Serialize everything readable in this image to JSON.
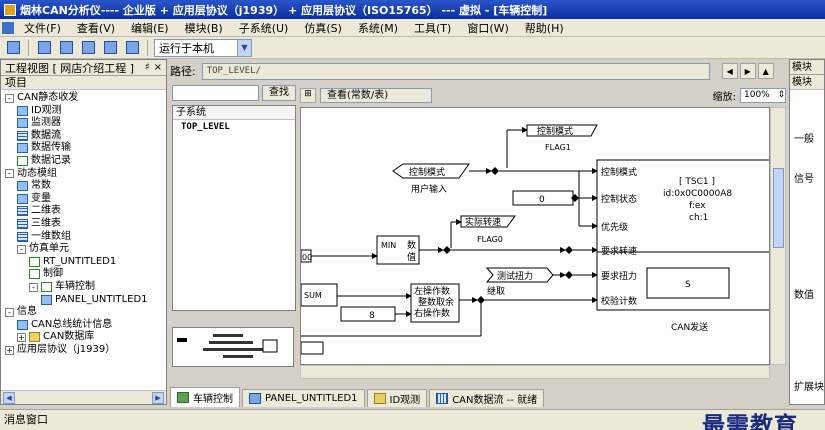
{
  "title": "烟林CAN分析仪---- 企业版 + 应用层协议（j1939） + 应用层协议（ISO15765） --- 虚拟 - [车辆控制]",
  "menu": [
    "文件(F)",
    "查看(V)",
    "编辑(E)",
    "模块(B)",
    "子系统(U)",
    "仿真(S)",
    "系统(M)",
    "工具(T)",
    "窗口(W)",
    "帮助(H)"
  ],
  "toolbar": {
    "run_target": "运行于本机"
  },
  "project_panel": {
    "title": "工程视图 [ 网店介绍工程 ]",
    "header": "项目",
    "pin_glyph": "♯",
    "close_glyph": "×",
    "tree": [
      {
        "label": "CAN静态收发",
        "expand": "-",
        "icon": "none",
        "sel": false
      },
      {
        "label": "ID观测",
        "expand": "",
        "icon": "blue",
        "sel": false
      },
      {
        "label": "监测器",
        "expand": "",
        "icon": "blue",
        "sel": false
      },
      {
        "label": "数据流",
        "expand": "",
        "icon": "grid",
        "sel": true
      },
      {
        "label": "数据传输",
        "expand": "",
        "icon": "blue",
        "sel": false
      },
      {
        "label": "数据记录",
        "expand": "",
        "icon": "chk",
        "sel": false
      },
      {
        "label": "动态模组",
        "expand": "-",
        "icon": "none",
        "sel": false
      },
      {
        "label": "常数",
        "expand": "",
        "icon": "blue",
        "sel": false
      },
      {
        "label": "变量",
        "expand": "",
        "icon": "blue",
        "sel": false
      },
      {
        "label": "二维表",
        "expand": "",
        "icon": "grid",
        "sel": false
      },
      {
        "label": "三维表",
        "expand": "",
        "icon": "grid",
        "sel": false
      },
      {
        "label": "一维数组",
        "expand": "",
        "icon": "grid",
        "sel": false
      },
      {
        "label": "仿真单元",
        "expand": "-",
        "icon": "none",
        "sel": false
      },
      {
        "label": "RT_UNTITLED1",
        "expand": "",
        "icon": "chk",
        "sel": false
      },
      {
        "label": "制御",
        "expand": "",
        "icon": "chk",
        "sel": false
      },
      {
        "label": "车辆控制",
        "expand": "-",
        "icon": "chk",
        "sel": false
      },
      {
        "label": "PANEL_UNTITLED1",
        "expand": "",
        "icon": "blue",
        "sel": false
      },
      {
        "label": "信息",
        "expand": "-",
        "icon": "none",
        "sel": false
      },
      {
        "label": "CAN总线统计信息",
        "expand": "",
        "icon": "blue",
        "sel": false
      },
      {
        "label": "CAN数据库",
        "expand": "+",
        "icon": "yellow",
        "sel": false
      },
      {
        "label": "应用层协议（j1939）",
        "expand": "+",
        "icon": "none",
        "sel": false
      }
    ]
  },
  "path": {
    "label": "路径:",
    "value": "TOP_LEVEL/"
  },
  "subsystem": {
    "search_btn": "查找",
    "header": "子系统",
    "root": "TOP_LEVEL"
  },
  "diagram_toolbar": {
    "view_btn": "查看(常数/表)",
    "zoom_label": "缩放:",
    "zoom_value": "100%"
  },
  "diagram": {
    "ctrl_mode_top": "控制模式",
    "flag1": "FLAG1",
    "ctrl_mode_in": "控制模式",
    "user_input": "用户输入",
    "const0": "0",
    "actual_speed": "实际转速",
    "flag0": "FLAG0",
    "min_l1": "MIN",
    "min_l2": "数",
    "min_l3": "值",
    "val00": "00",
    "test_torque": "测试扭力",
    "sum": "SUM",
    "continue_lbl": "继取",
    "op_l1": "左操作数",
    "op_l2": "整数取余",
    "op_l3": "右操作数",
    "const8": "8",
    "can_block": {
      "ports": [
        "控制模式",
        "控制状态",
        "优先级",
        "要求转速",
        "要求扭力",
        "校验计数"
      ],
      "tsc": "[ TSC1 ]",
      "id": "id:0x0C0000A8",
      "f": "f:ex",
      "ch": "ch:1",
      "s": "S",
      "caption": "CAN发送"
    }
  },
  "right_panel": {
    "head": "模块",
    "sub": "模块",
    "items": [
      "一般",
      "信号",
      "数值"
    ],
    "bottom": "扩展块"
  },
  "tabs": [
    {
      "label": "车辆控制",
      "icon": "g",
      "active": true
    },
    {
      "label": "PANEL_UNTITLED1",
      "icon": "b",
      "active": false
    },
    {
      "label": "ID观测",
      "icon": "y",
      "active": false
    },
    {
      "label": "CAN数据流 -- 就绪",
      "icon": "g2",
      "active": false
    }
  ],
  "status": "消息窗口",
  "watermark": "最需教育",
  "colors": {
    "title_blue": "#0a2fa0",
    "face": "#ece9d8",
    "frame": "#d4d0c8"
  }
}
